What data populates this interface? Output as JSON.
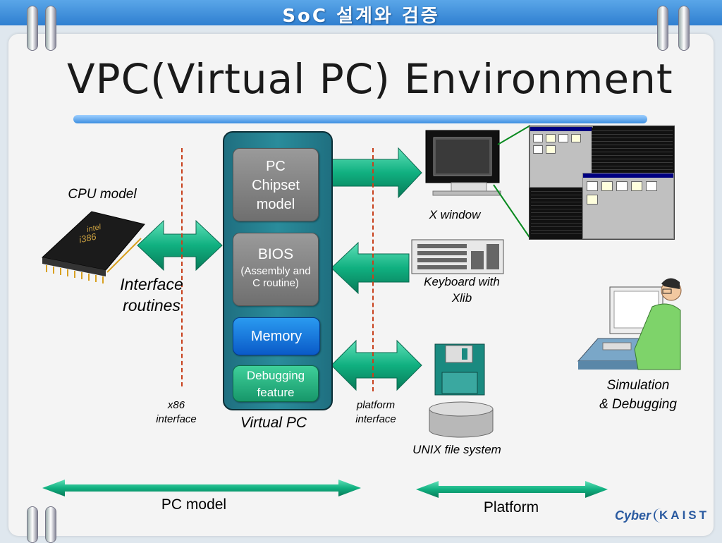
{
  "header": {
    "banner": "SoC 설계와 검증"
  },
  "slide": {
    "title": "VPC(Virtual PC) Environment"
  },
  "labels": {
    "cpu_model": "CPU model",
    "interface_routines_1": "Interface",
    "interface_routines_2": "routines",
    "x86_interface_1": "x86",
    "x86_interface_2": "interface",
    "virtual_pc": "Virtual PC",
    "platform_interface_1": "platform",
    "platform_interface_2": "interface",
    "x_window": "X window",
    "keyboard_1": "Keyboard with",
    "keyboard_2": "Xlib",
    "unix_fs": "UNIX file system",
    "simulation_1": "Simulation",
    "simulation_2": "& Debugging",
    "pc_model": "PC model",
    "platform": "Platform"
  },
  "blocks": {
    "chipset": [
      "PC",
      "Chipset",
      "model"
    ],
    "bios": [
      "BIOS",
      "(Assembly and",
      "C routine)"
    ],
    "memory": "Memory",
    "debugging": [
      "Debugging",
      "feature"
    ]
  },
  "chip_text": [
    "intel",
    "i386"
  ],
  "logo": {
    "cyber": "Cyber",
    "kaist": "KAIST"
  },
  "colors": {
    "arrow": "#10b080",
    "banner": "#2f7fd0",
    "dash": "#c8401c"
  }
}
